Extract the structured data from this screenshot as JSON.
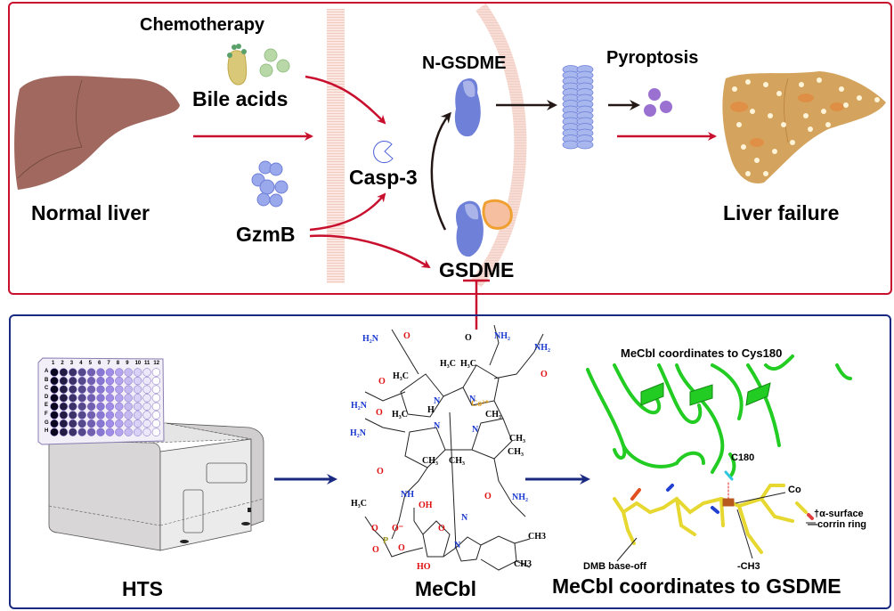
{
  "top_panel": {
    "labels": {
      "chemotherapy": "Chemotherapy",
      "bile_acids": "Bile acids",
      "normal_liver": "Normal liver",
      "gzmb": "GzmB",
      "casp3": "Casp-3",
      "n_gsdme": "N-GSDME",
      "gsdme": "GSDME",
      "pyroptosis": "Pyroptosis",
      "liver_failure": "Liver failure"
    },
    "colors": {
      "border": "#c8102e",
      "arrow_red": "#c8102e",
      "arrow_black": "#231815",
      "liver_normal": "#a0685e",
      "liver_failed": "#d4a45e",
      "protein_blue": "#6f80d8",
      "pore_blue": "#9fb0ea",
      "membrane": "#f0c8bc"
    }
  },
  "bottom_panel": {
    "labels": {
      "hts": "HTS",
      "mecbl": "MeCbl",
      "structure_title": "MeCbl coordinates to Cys180",
      "c180": "C180",
      "co": "Co",
      "alpha_surface": "†α-surface",
      "corrin_ring": "—corrin ring",
      "dmb": "DMB base-off",
      "ch3": "-CH3",
      "gsdme_caption": "MeCbl coordinates to GSDME"
    },
    "plate": {
      "columns": [
        "1",
        "2",
        "3",
        "4",
        "5",
        "6",
        "7",
        "8",
        "9",
        "10",
        "11",
        "12"
      ],
      "rows": [
        "A",
        "B",
        "C",
        "D",
        "E",
        "F",
        "G",
        "H"
      ]
    },
    "chem_labels": {
      "h2n": "H₂N",
      "nh2": "NH₂",
      "o": "O",
      "h3c": "H₃C",
      "ch3": "CH₃",
      "n": "N",
      "co3": "Co³⁺",
      "h": "H",
      "nh": "NH",
      "oh": "OH",
      "ho": "HO",
      "p": "P",
      "o_minus": "O⁻",
      "ch3_plain": "CH3"
    },
    "colors": {
      "border": "#1a2a80",
      "arrow_blue": "#1a2a80",
      "protein_green": "#22cc22",
      "ligand_yellow": "#f0e040"
    }
  }
}
